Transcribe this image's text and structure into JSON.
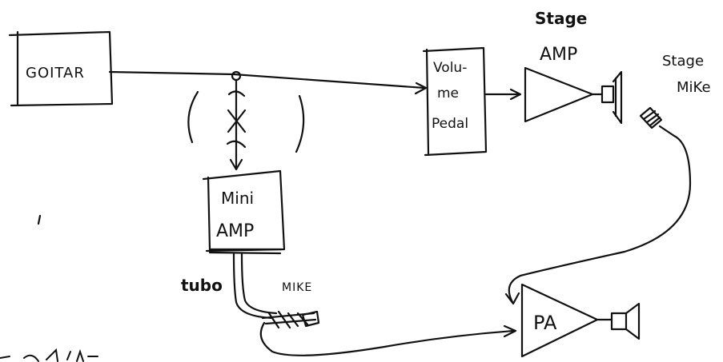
{
  "diagram": {
    "boxes": {
      "guitar": "GOITAR",
      "volume_pedal_line1": "Volu-",
      "volume_pedal_line2": "me",
      "volume_pedal_line3": "Pedal",
      "mini_amp_line1": "Mini",
      "mini_amp_line2": "AMP"
    },
    "labels": {
      "stage_amp_line1": "Stage",
      "stage_amp_line2": "AMP",
      "stage_mike_line1": "Stage",
      "stage_mike_line2": "MiKe",
      "pa": "PA",
      "tubo": "tubo",
      "mike": "MIKE"
    },
    "ink_color": "#111111",
    "background_color": "#ffffff"
  }
}
